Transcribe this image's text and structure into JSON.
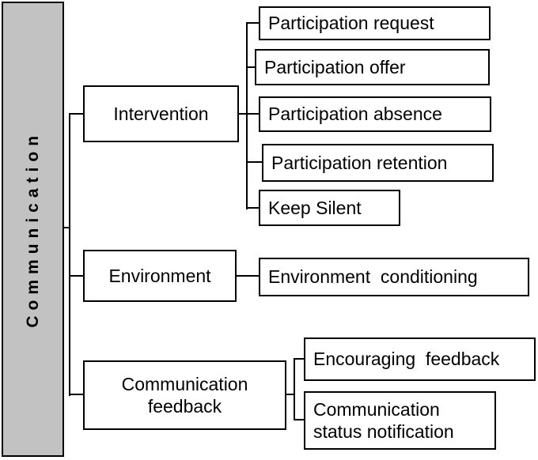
{
  "diagram": {
    "root": {
      "label": "Communication"
    },
    "branches": [
      {
        "label": "Intervention",
        "children": [
          {
            "label": "Participation request"
          },
          {
            "label": "Participation offer"
          },
          {
            "label": "Participation absence"
          },
          {
            "label": "Participation retention"
          },
          {
            "label": "Keep Silent"
          }
        ]
      },
      {
        "label": "Environment",
        "children": [
          {
            "label": "Environment  conditioning"
          }
        ]
      },
      {
        "label": "Communication\nfeedback",
        "children": [
          {
            "label": "Encouraging  feedback"
          },
          {
            "label": "Communication\nstatus notification"
          }
        ]
      }
    ],
    "colors": {
      "root_fill": "#c2c2c2",
      "node_fill": "#ffffff",
      "border": "#000000"
    }
  }
}
